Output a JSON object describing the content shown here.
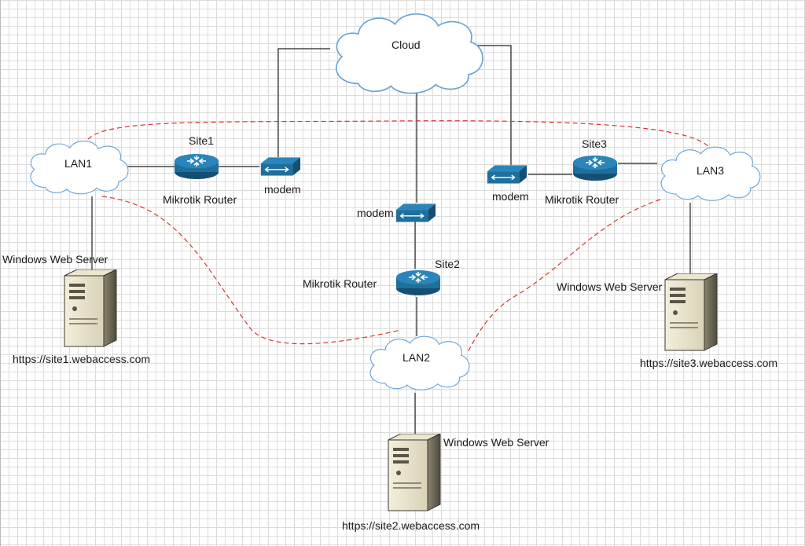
{
  "diagram": {
    "clouds": {
      "main": "Cloud",
      "lan1": "LAN1",
      "lan2": "LAN2",
      "lan3": "LAN3"
    },
    "sites": {
      "site1": "Site1",
      "site2": "Site2",
      "site3": "Site3"
    },
    "routers": {
      "site1": "Mikrotik Router",
      "site2": "Mikrotik Router",
      "site3": "Mikrotik Router"
    },
    "modems": {
      "site1": "modem",
      "site2": "modem",
      "site3": "modem"
    },
    "servers": {
      "site1": "Windows Web Server",
      "site2": "Windows Web Server",
      "site3": "Windows Web Server"
    },
    "urls": {
      "site1": "https://site1.webaccess.com",
      "site2": "https://site2.webaccess.com",
      "site3": "https://site3.webaccess.com"
    },
    "colors": {
      "device": "#1f6f9c",
      "vpn_dashed": "#d9362b",
      "cloud_outline": "#6aa3d6"
    }
  }
}
